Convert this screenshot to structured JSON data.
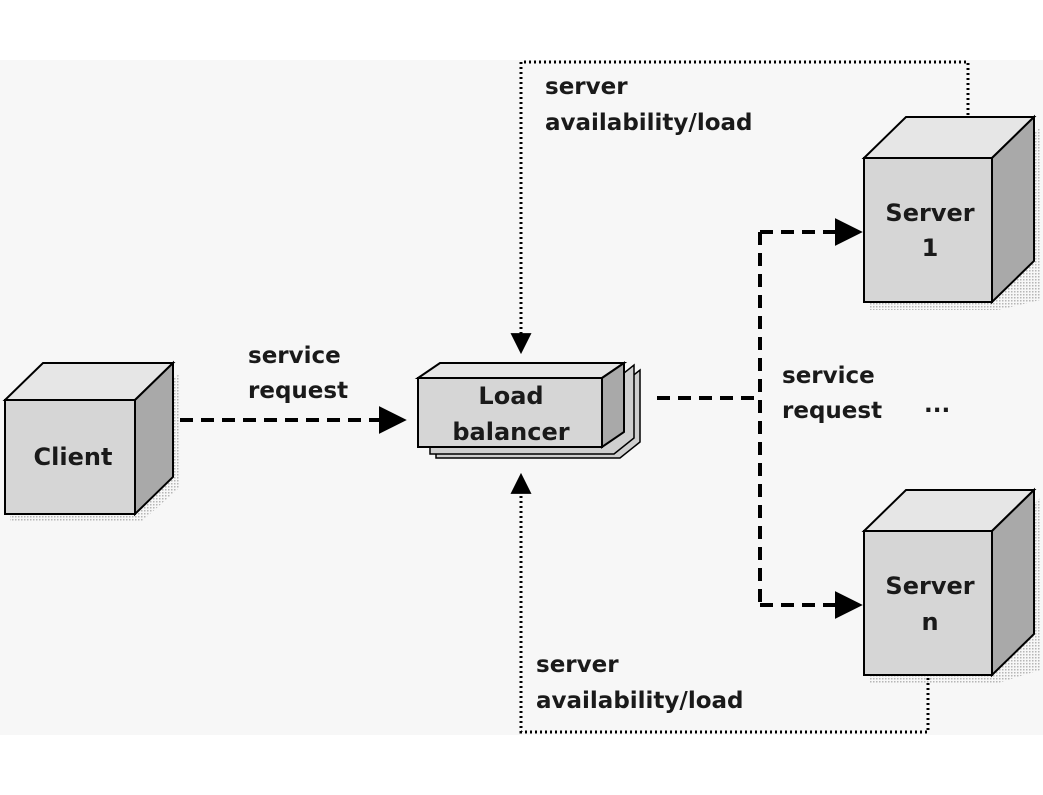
{
  "nodes": {
    "client": {
      "label": "Client"
    },
    "load_balancer": {
      "line1": "Load",
      "line2": "balancer"
    },
    "server_1": {
      "line1": "Server",
      "line2": "1"
    },
    "server_n": {
      "line1": "Server",
      "line2": "n"
    }
  },
  "edges": {
    "client_request": {
      "line1": "service",
      "line2": "request"
    },
    "lb_request": {
      "line1": "service",
      "line2": "request"
    },
    "ellipsis": "...",
    "feedback_top": {
      "line1": "server",
      "line2": "availability/load"
    },
    "feedback_bottom": {
      "line1": "server",
      "line2": "availability/load"
    }
  },
  "colors": {
    "box_front": "#d6d6d6",
    "box_top": "#e6e6e6",
    "box_side": "#a9a9a9",
    "stroke": "#000000",
    "canvas": "#f7f7f7"
  }
}
